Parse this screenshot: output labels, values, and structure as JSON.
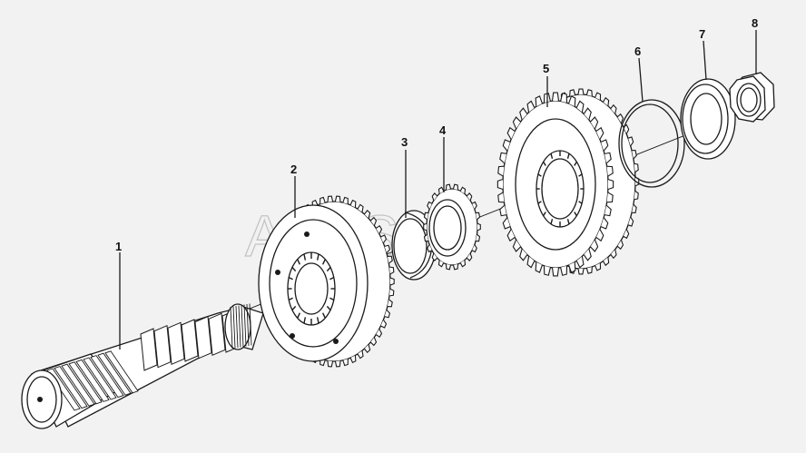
{
  "diagram": {
    "background": "#f2f2f2",
    "line_color": "#1a1a1a",
    "watermark_text": "AvtoSoft",
    "watermark_color": "#c4c4c4",
    "parts": [
      {
        "label": "1",
        "shape": "splined-shaft"
      },
      {
        "label": "2",
        "shape": "synchronizer-hub"
      },
      {
        "label": "3",
        "shape": "ring"
      },
      {
        "label": "4",
        "shape": "blocking-ring"
      },
      {
        "label": "5",
        "shape": "gear"
      },
      {
        "label": "6",
        "shape": "snap-ring"
      },
      {
        "label": "7",
        "shape": "washer"
      },
      {
        "label": "8",
        "shape": "nut"
      }
    ]
  }
}
